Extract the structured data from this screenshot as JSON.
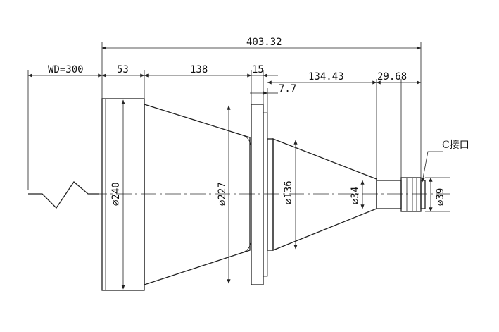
{
  "dimensions": {
    "total_length": "403.32",
    "working_distance": "WD=300",
    "front_section": "53",
    "cone_section": "138",
    "flange_width": "15",
    "flange_offset": "7.7",
    "rear_cone": "134.43",
    "mount_length": "29.68"
  },
  "diameters": {
    "front_barrel": "⌀240",
    "flange": "⌀227",
    "rear_body": "⌀136",
    "rear_tube": "⌀34",
    "mount": "⌀39"
  },
  "notes": {
    "mount_label": "C接口"
  },
  "colors": {
    "line": "#222222",
    "background": "#ffffff"
  }
}
